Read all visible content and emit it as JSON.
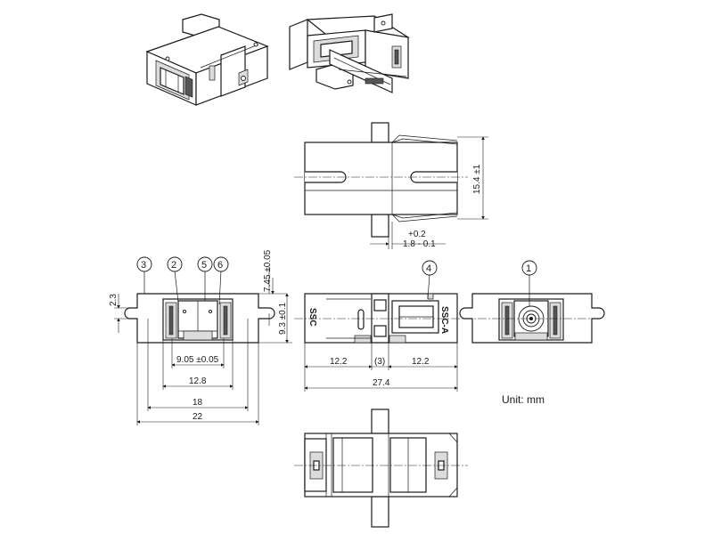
{
  "balloons": [
    "1",
    "2",
    "3",
    "4",
    "5",
    "6"
  ],
  "dimensions": {
    "height_top_view": "15.4 ±1",
    "tab_offset_tol_plus": "+0.2",
    "tab_offset": "1.8  - 0.1",
    "slot_height": "2.3",
    "top_offset": "7.45 ±0.05",
    "body_height": "9.3 ±0.1",
    "inner_width": "9.05 ±0.05",
    "width_12_8": "12.8",
    "width_18": "18",
    "width_22": "22",
    "left_length": "12.2",
    "center_gap": "(3)",
    "right_length": "12.2",
    "total_length": "27.4"
  },
  "side_marking_left": "SSC",
  "side_marking_right": "SSC-A",
  "unit_label": "Unit: mm"
}
